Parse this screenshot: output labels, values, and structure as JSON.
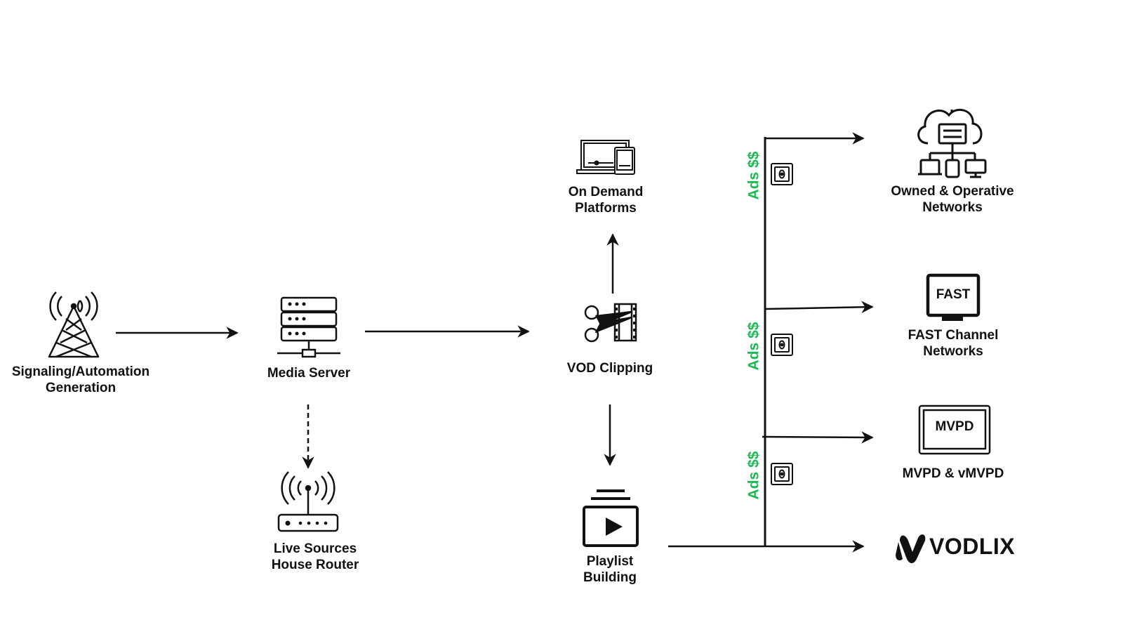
{
  "nodes": {
    "signaling": {
      "line1": "Signaling/Automation",
      "line2": "Generation"
    },
    "media_server": {
      "line1": "Media Server"
    },
    "router": {
      "line1": "Live Sources",
      "line2": "House Router"
    },
    "vod_clipping": {
      "line1": "VOD Clipping"
    },
    "on_demand": {
      "line1": "On Demand",
      "line2": "Platforms"
    },
    "playlist": {
      "line1": "Playlist",
      "line2": "Building"
    },
    "owned": {
      "line1": "Owned & Operative",
      "line2": "Networks"
    },
    "fast": {
      "line1": "FAST Channel",
      "line2": "Networks",
      "screen_text": "FAST"
    },
    "mvpd": {
      "line1": "MVPD & vMVPD",
      "box_text": "MVPD"
    },
    "vodlix": {
      "logo_text": "VODLIX"
    }
  },
  "ads": {
    "label": "Ads $$"
  },
  "icons": [
    "transmission-tower-icon",
    "server-icon",
    "router-icon",
    "scissors-film-icon",
    "devices-icon",
    "playlist-play-icon",
    "cloud-network-icon",
    "tv-icon",
    "monitor-icon",
    "ad-frame-icon",
    "vodlix-logo-icon"
  ],
  "colors": {
    "ads_text": "#1db954",
    "stroke": "#111111"
  }
}
